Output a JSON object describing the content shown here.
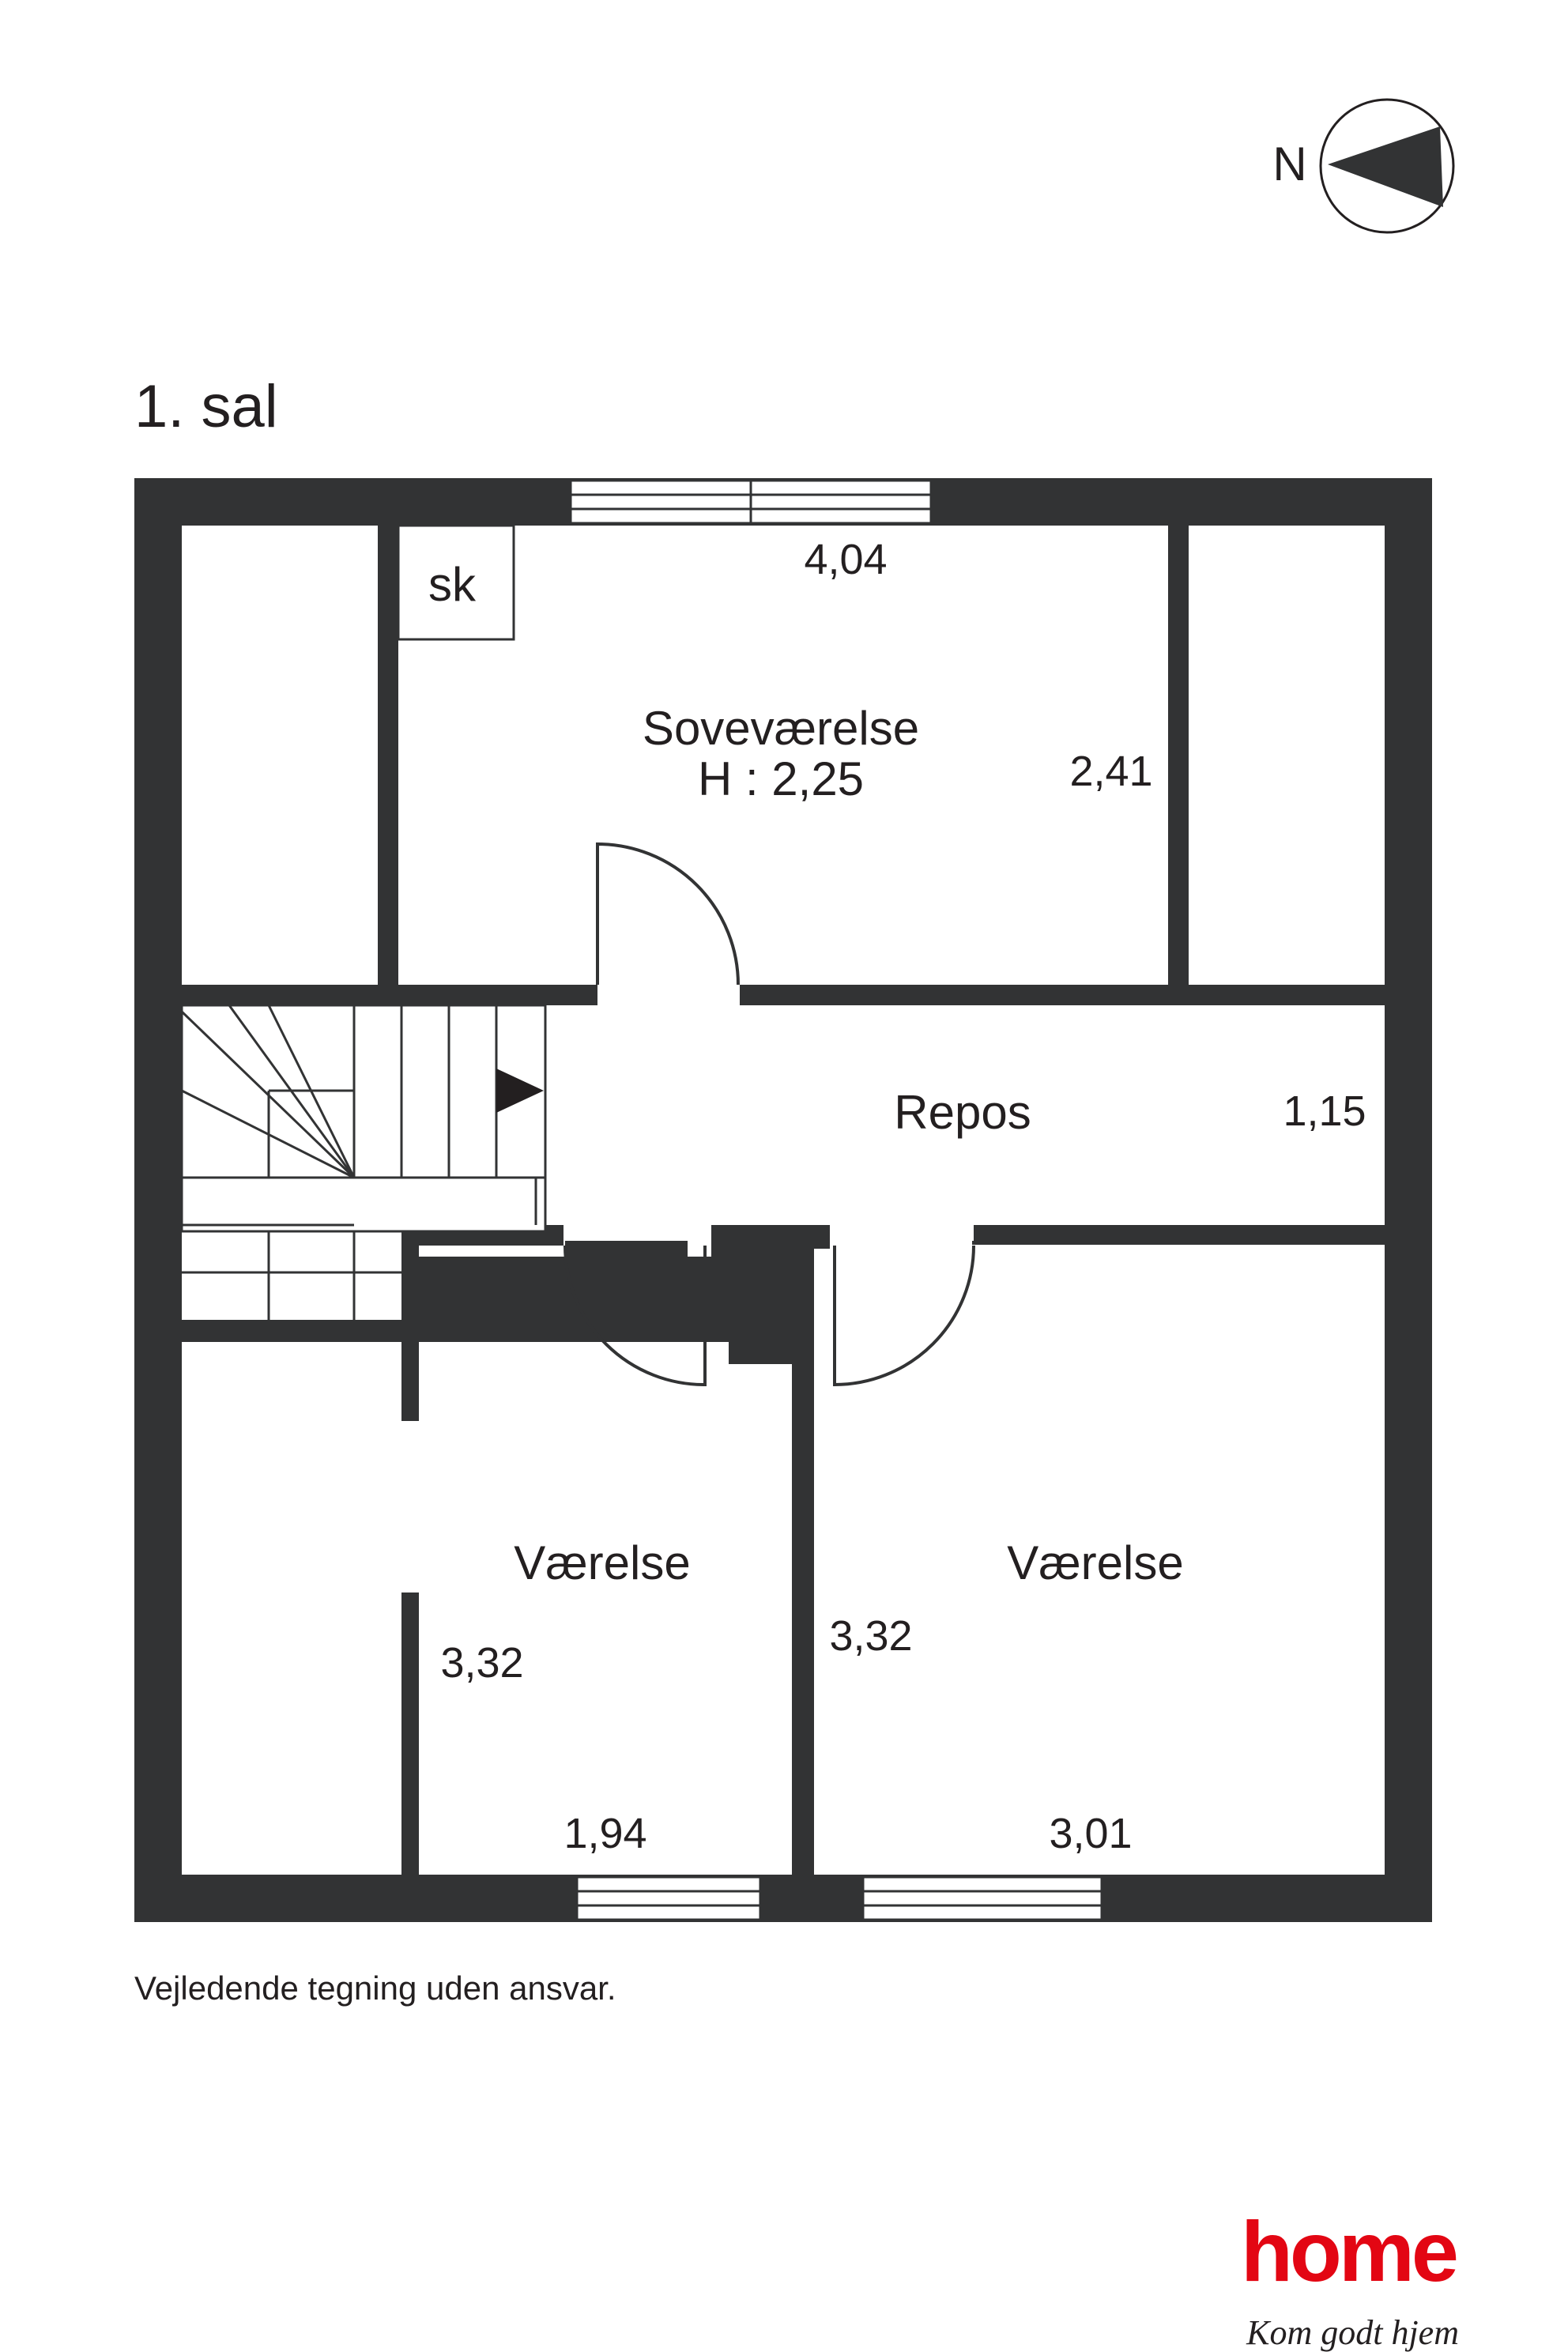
{
  "compass": {
    "label": "N"
  },
  "floor_title": "1. sal",
  "rooms": {
    "bedroom": {
      "name": "Soveværelse",
      "height": "H : 2,25",
      "width": "4,04",
      "depth": "2,41",
      "closet": "sk"
    },
    "landing": {
      "name": "Repos",
      "depth": "1,15"
    },
    "room_left": {
      "name": "Værelse",
      "depth": "3,32",
      "width": "1,94"
    },
    "room_right": {
      "name": "Værelse",
      "depth": "3,32",
      "width": "3,01"
    }
  },
  "disclaimer": "Vejledende tegning uden ansvar.",
  "brand": {
    "name": "home",
    "tagline": "Kom godt hjem",
    "color": "#e30613"
  },
  "colors": {
    "wall": "#323334",
    "ink": "#231f20"
  }
}
